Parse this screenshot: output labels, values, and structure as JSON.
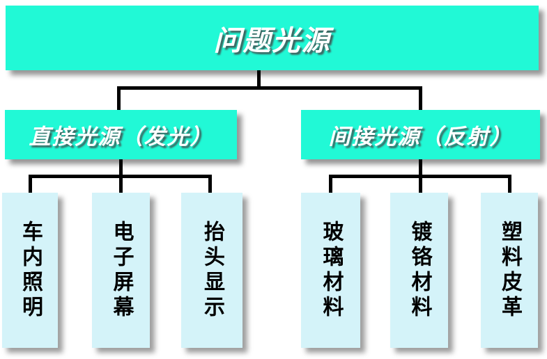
{
  "diagram": {
    "title": "问题光源",
    "root": {
      "label": "问题光源"
    },
    "branches": [
      {
        "label": "直接光源（发光）",
        "children": [
          {
            "label": "车内照明"
          },
          {
            "label": "电子屏幕"
          },
          {
            "label": "抬头显示"
          }
        ]
      },
      {
        "label": "间接光源（反射）",
        "children": [
          {
            "label": "玻璃材料"
          },
          {
            "label": "镀铬材料"
          },
          {
            "label": "塑料皮革"
          }
        ]
      }
    ],
    "colors": {
      "node_fill": "#21f9d6",
      "leaf_fill": "#d4f3f9",
      "connector": "#000000",
      "node_text": "#ffffff",
      "leaf_text": "#000000"
    }
  }
}
